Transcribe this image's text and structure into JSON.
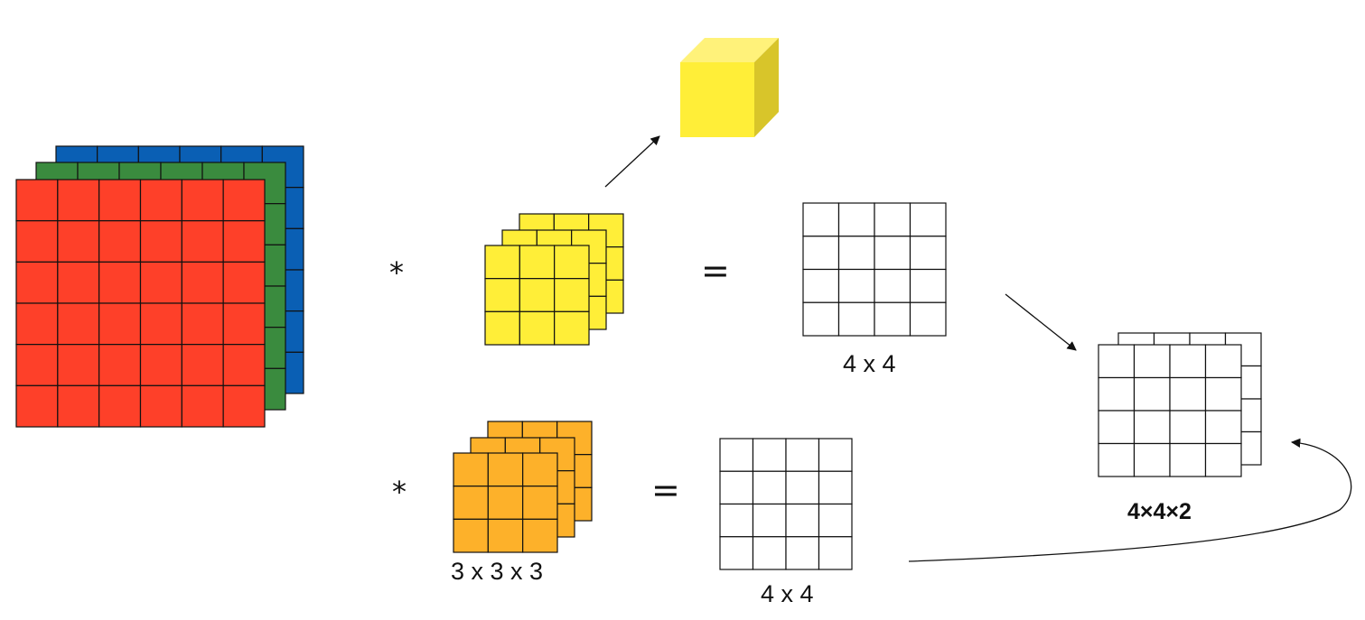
{
  "colors": {
    "red": "#fe4029",
    "green": "#3a8b3e",
    "blue": "#0a5fb4",
    "yellow": "#ffee38",
    "yellow_dark": "#ddcb2c",
    "orange": "#fdb12a",
    "grid_line": "#111111",
    "output_fill": "#ffffff"
  },
  "operators": {
    "top_convolve": "*",
    "top_equals": "=",
    "bottom_convolve": "*",
    "bottom_equals": "="
  },
  "labels": {
    "top_output_size": "4 x 4",
    "bottom_output_size": "4 x 4",
    "filter_size": "3 x 3 x 3",
    "stacked_output_size": "4×4×2"
  },
  "input_volume": {
    "channels": [
      "blue",
      "green",
      "red"
    ],
    "rows": 6,
    "cols": 6
  },
  "filter_1": {
    "color": "yellow",
    "rows": 3,
    "cols": 3,
    "depth": 3
  },
  "filter_2": {
    "color": "orange",
    "rows": 3,
    "cols": 3,
    "depth": 3
  },
  "output_1": {
    "rows": 4,
    "cols": 4
  },
  "output_2": {
    "rows": 4,
    "cols": 4
  },
  "stacked_output": {
    "rows": 4,
    "cols": 4,
    "depth": 2
  }
}
